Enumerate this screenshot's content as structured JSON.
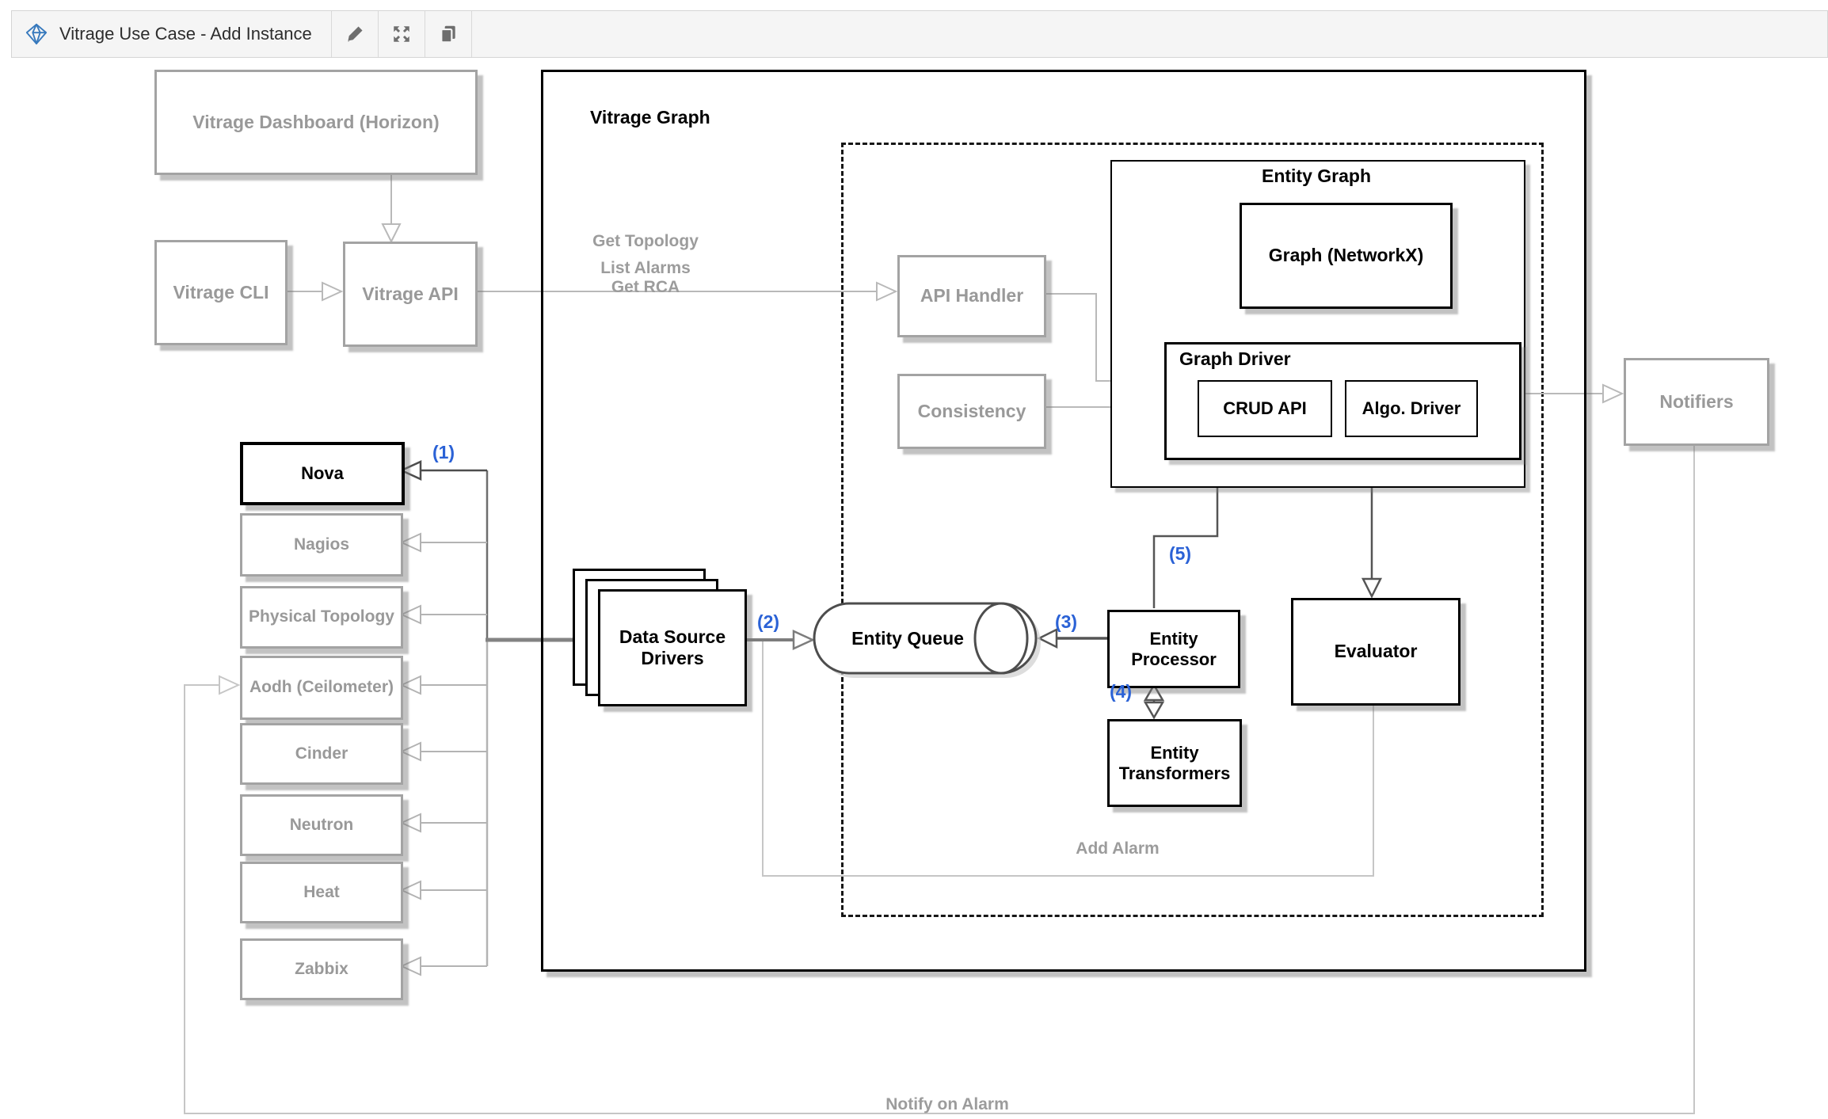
{
  "toolbar": {
    "title": "Vitrage Use Case - Add Instance",
    "icons": {
      "logo": "drawio-diamond-logo",
      "edit": "pencil",
      "fullscreen": "expand-arrows",
      "copy": "copy-pages"
    }
  },
  "nodes": {
    "dashboard": "Vitrage Dashboard (Horizon)",
    "cli": "Vitrage CLI",
    "api": "Vitrage API",
    "api_handler": "API Handler",
    "consistency": "Consistency",
    "graph_networkx": "Graph (NetworkX)",
    "crud_api": "CRUD API",
    "algo_driver": "Algo. Driver",
    "notifiers": "Notifiers",
    "data_source_drivers": "Data Source Drivers",
    "entity_queue": "Entity Queue",
    "entity_processor": "Entity Processor",
    "entity_transformers": "Entity Transformers",
    "evaluator": "Evaluator"
  },
  "containers": {
    "vitrage_graph": "Vitrage Graph",
    "entity_graph": "Entity Graph",
    "graph_driver": "Graph Driver"
  },
  "sources": [
    "Nova",
    "Nagios",
    "Physical Topology",
    "Aodh (Ceilometer)",
    "Cinder",
    "Neutron",
    "Heat",
    "Zabbix"
  ],
  "labels": {
    "get_topology": "Get Topology",
    "list_alarms": "List Alarms",
    "get_rca": "Get RCA",
    "add_alarm": "Add Alarm",
    "notify_on_alarm": "Notify on Alarm"
  },
  "steps": [
    "(1)",
    "(2)",
    "(3)",
    "(4)",
    "(5)"
  ],
  "colors": {
    "step_label_blue": "#2b62d6",
    "muted_gray_text": "#999999",
    "gray_box_border": "#a3a3a3",
    "black_box_border": "#000000",
    "light_edge": "#b9b9b9",
    "lighter_edge": "#c6c6c6",
    "dark_edge": "#555555",
    "toolbar_bg": "#f5f5f5",
    "logo_blue": "#3779bd"
  }
}
